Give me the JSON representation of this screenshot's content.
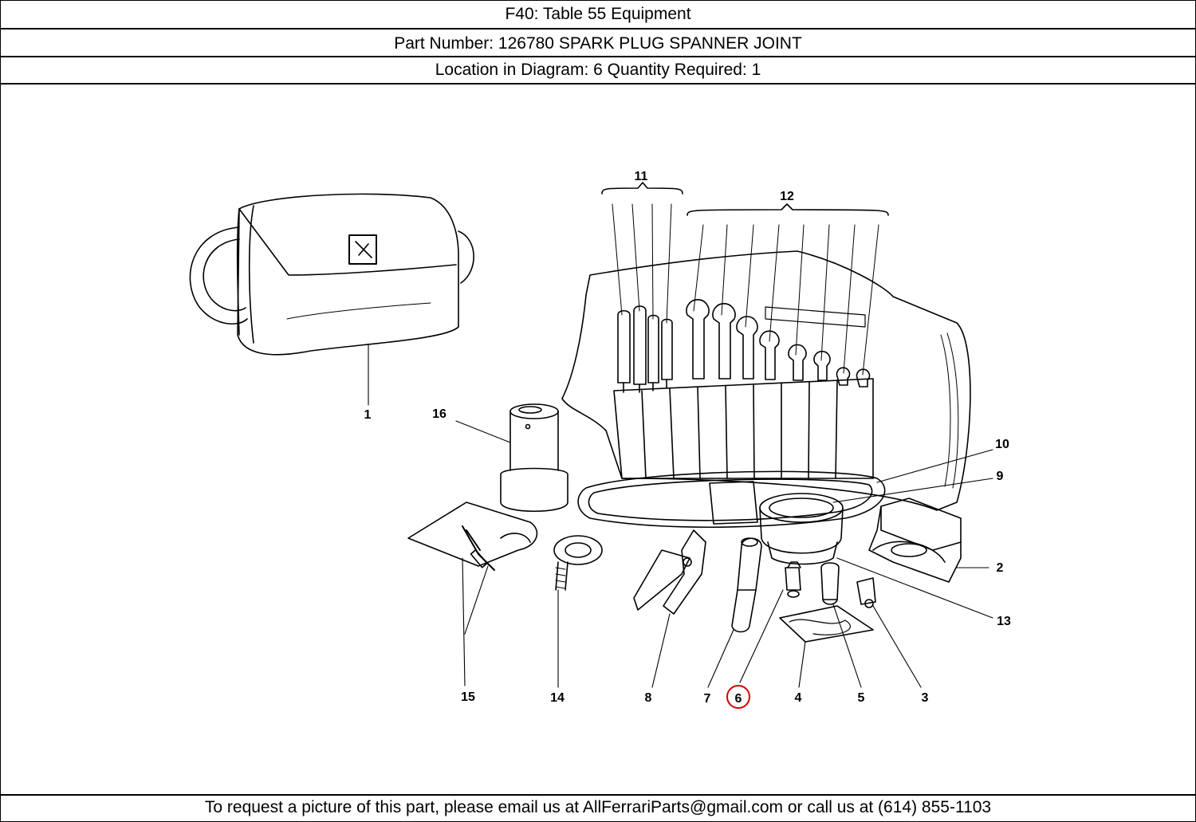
{
  "header": {
    "title": "F40:   Table 55 Equipment",
    "part": "Part Number: 126780   SPARK PLUG SPANNER JOINT",
    "location": "Location in Diagram: 6   Quantity Required: 1"
  },
  "diagram": {
    "labels": [
      "1",
      "2",
      "3",
      "4",
      "5",
      "6",
      "7",
      "8",
      "9",
      "10",
      "11",
      "12",
      "13",
      "14",
      "15",
      "16"
    ],
    "highlighted_label": "6",
    "highlight_color": "#d40000"
  },
  "footer": {
    "text": "To request a picture of this part, please email us at AllFerrariParts@gmail.com or call us at (614) 855-1103"
  }
}
